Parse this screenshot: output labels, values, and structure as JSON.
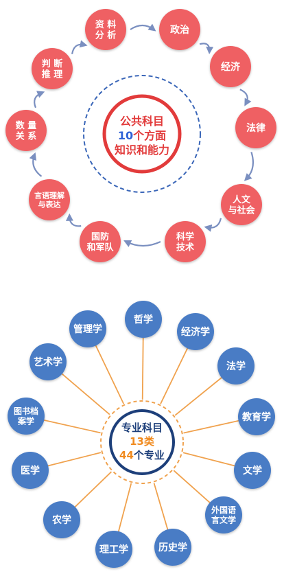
{
  "colors": {
    "red_node": "#ef6164",
    "red_ring": "#e23b3b",
    "blue_node": "#4a7cc5",
    "navy_ring": "#1d3f7a",
    "orange": "#f0a24e",
    "arrow": "#7a8fc0",
    "dashed_blue": "#3a66b8",
    "center_red_text": "#e23b3b",
    "center_blue_text": "#2f62d6",
    "center_navy_text": "#1d3f7a",
    "center_orange_text": "#f08a1e"
  },
  "public": {
    "center": {
      "line1": "公共科目",
      "line2_num": "10",
      "line2_text": "个方面",
      "line3": "知识和能力"
    },
    "nodes": [
      {
        "lines": [
          "政治"
        ]
      },
      {
        "lines": [
          "经济"
        ]
      },
      {
        "lines": [
          "法律"
        ]
      },
      {
        "lines": [
          "人文",
          "与社会"
        ]
      },
      {
        "lines": [
          "科学",
          "技术"
        ]
      },
      {
        "lines": [
          "国防",
          "和军队"
        ]
      },
      {
        "lines": [
          "言语理解",
          "与表达"
        ]
      },
      {
        "lines": [
          "数 量",
          "关 系"
        ]
      },
      {
        "lines": [
          "判 断",
          "推 理"
        ]
      },
      {
        "lines": [
          "资 料",
          "分 析"
        ]
      }
    ]
  },
  "professional": {
    "center": {
      "line1": "专业科目",
      "line2": "13类",
      "line3_num": "44",
      "line3_text": "个专业"
    },
    "nodes": [
      {
        "lines": [
          "哲学"
        ]
      },
      {
        "lines": [
          "经济学"
        ]
      },
      {
        "lines": [
          "法学"
        ]
      },
      {
        "lines": [
          "教育学"
        ]
      },
      {
        "lines": [
          "文学"
        ]
      },
      {
        "lines": [
          "外国语",
          "言文学"
        ]
      },
      {
        "lines": [
          "历史学"
        ]
      },
      {
        "lines": [
          "理工学"
        ]
      },
      {
        "lines": [
          "农学"
        ]
      },
      {
        "lines": [
          "医学"
        ]
      },
      {
        "lines": [
          "图书档",
          "案学"
        ]
      },
      {
        "lines": [
          "艺术学"
        ]
      },
      {
        "lines": [
          "管理学"
        ]
      }
    ]
  }
}
